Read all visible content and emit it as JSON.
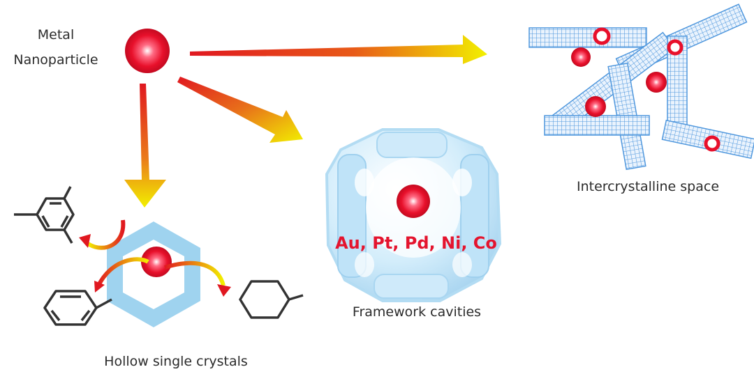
{
  "labels": {
    "metal_line1": "Metal",
    "metal_line2": "Nanoparticle",
    "hollow": "Hollow single crystals",
    "framework": "Framework cavities",
    "metals": "Au, Pt, Pd, Ni, Co",
    "inter": "Intercrystalline space"
  },
  "colors": {
    "particle_red": "#e8102b",
    "arrow_red": "#e01820",
    "arrow_yellow": "#f2f000",
    "crystal_blue": "#9fd3ef",
    "grid_blue": "#4f97dd",
    "cavity_blue": "#c9e8fa",
    "metals_text": "#e4142e",
    "molecule_line": "#333333"
  },
  "icons": {
    "particle": "metal-nanoparticle-icon",
    "mesitylene": "mesitylene-molecule-icon",
    "toluene": "toluene-molecule-icon",
    "methylcyclohexane": "methylcyclohexane-molecule-icon"
  }
}
